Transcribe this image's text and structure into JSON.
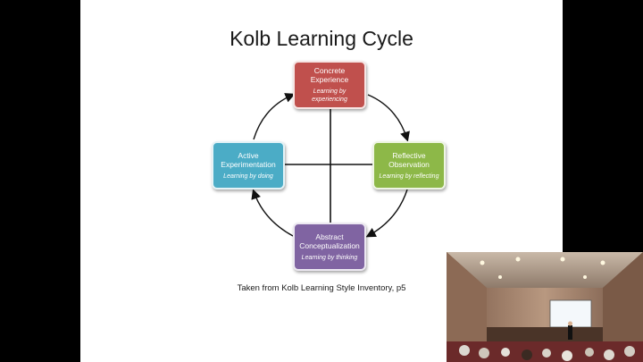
{
  "slide": {
    "title": "Kolb Learning Cycle",
    "caption": "Taken from Kolb Learning Style Inventory, p5",
    "stages": {
      "concrete": {
        "title_line1": "Concrete",
        "title_line2": "Experience",
        "subtitle": "Learning by experiencing",
        "color": "#c0504d"
      },
      "reflective": {
        "title_line1": "Reflective",
        "title_line2": "Observation",
        "subtitle": "Learning by reflecting",
        "color": "#8db848"
      },
      "abstract": {
        "title_line1": "Abstract",
        "title_line2": "Conceptualization",
        "subtitle": "Learning by thinking",
        "color": "#8064a2"
      },
      "active": {
        "title_line1": "Active",
        "title_line2": "Experimentation",
        "subtitle": "Learning by doing",
        "color": "#4bacc6"
      }
    }
  }
}
